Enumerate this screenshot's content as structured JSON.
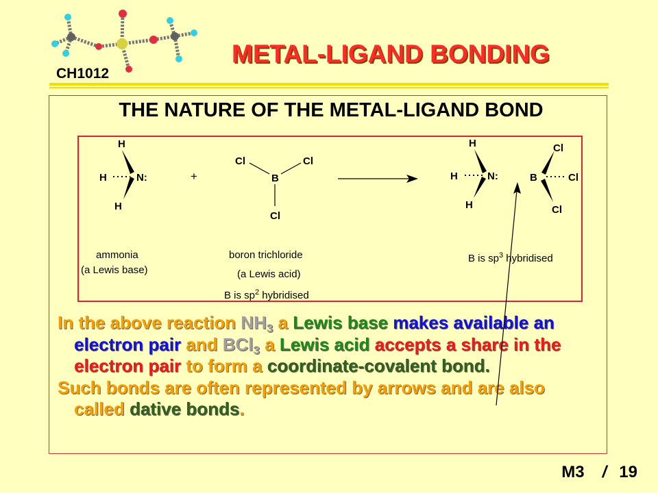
{
  "header": {
    "course_code": "CH1012",
    "title": "METAL-LIGAND BONDING",
    "logo_icon": "molecule-model-icon"
  },
  "slide": {
    "heading": "THE NATURE OF THE METAL-LIGAND BOND"
  },
  "reaction": {
    "atoms": {
      "h": "H",
      "n": "N:",
      "b": "B",
      "cl": "Cl",
      "plus": "+"
    },
    "captions": {
      "ammonia_name": "ammonia",
      "ammonia_role": "(a Lewis base)",
      "bcl3_name": "boron trichloride",
      "bcl3_role": "(a Lewis acid)",
      "bcl3_hybrid_prefix": "B is sp",
      "bcl3_hybrid_sup": "2",
      "bcl3_hybrid_suffix": " hybridised",
      "adduct_hybrid_prefix": "B is sp",
      "adduct_hybrid_sup": "3",
      "adduct_hybrid_suffix": " hybridised"
    }
  },
  "body": {
    "p1": {
      "s1": "In the above reaction ",
      "s2": "NH",
      "s2_sub": "3",
      "s3": " a ",
      "s4": "Lewis base",
      "s5": " makes available an electron pair",
      "s6": " and ",
      "s7": "BCl",
      "s7_sub": "3",
      "s8": " a ",
      "s9": "Lewis acid",
      "s10": " accepts a share in the electron pair",
      "s11": " to form a ",
      "s12": "coordinate-covalent bond."
    },
    "p2": {
      "s1": "Such bonds are often represented by arrows and are also called ",
      "s2": "dative bonds",
      "s3": "."
    }
  },
  "footer": {
    "module": "M3",
    "separator": "/",
    "page": "19"
  },
  "colors": {
    "background": "#ffffc0",
    "title_red": "#ff2a2a",
    "frame_red": "#e02030",
    "rule_yellow": "#f0e000",
    "orange": "#f5a000",
    "green": "#1a8a1a",
    "blue": "#1010e0"
  }
}
